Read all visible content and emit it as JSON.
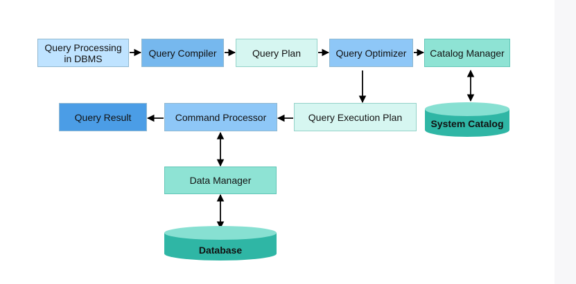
{
  "diagram": {
    "nodes": {
      "query_processing": "Query Processing\nin DBMS",
      "query_compiler": "Query Compiler",
      "query_plan": "Query Plan",
      "query_optimizer": "Query Optimizer",
      "catalog_manager": "Catalog Manager",
      "query_result": "Query Result",
      "command_processor": "Command Processor",
      "query_execution_plan": "Query Execution Plan",
      "data_manager": "Data Manager",
      "system_catalog": "System Catalog",
      "database": "Database"
    },
    "colors": {
      "teal_top": "#84ddd0",
      "teal_side": "#2bb2a1",
      "box_border": "#8fb7cf",
      "arrow": "#000000"
    }
  }
}
